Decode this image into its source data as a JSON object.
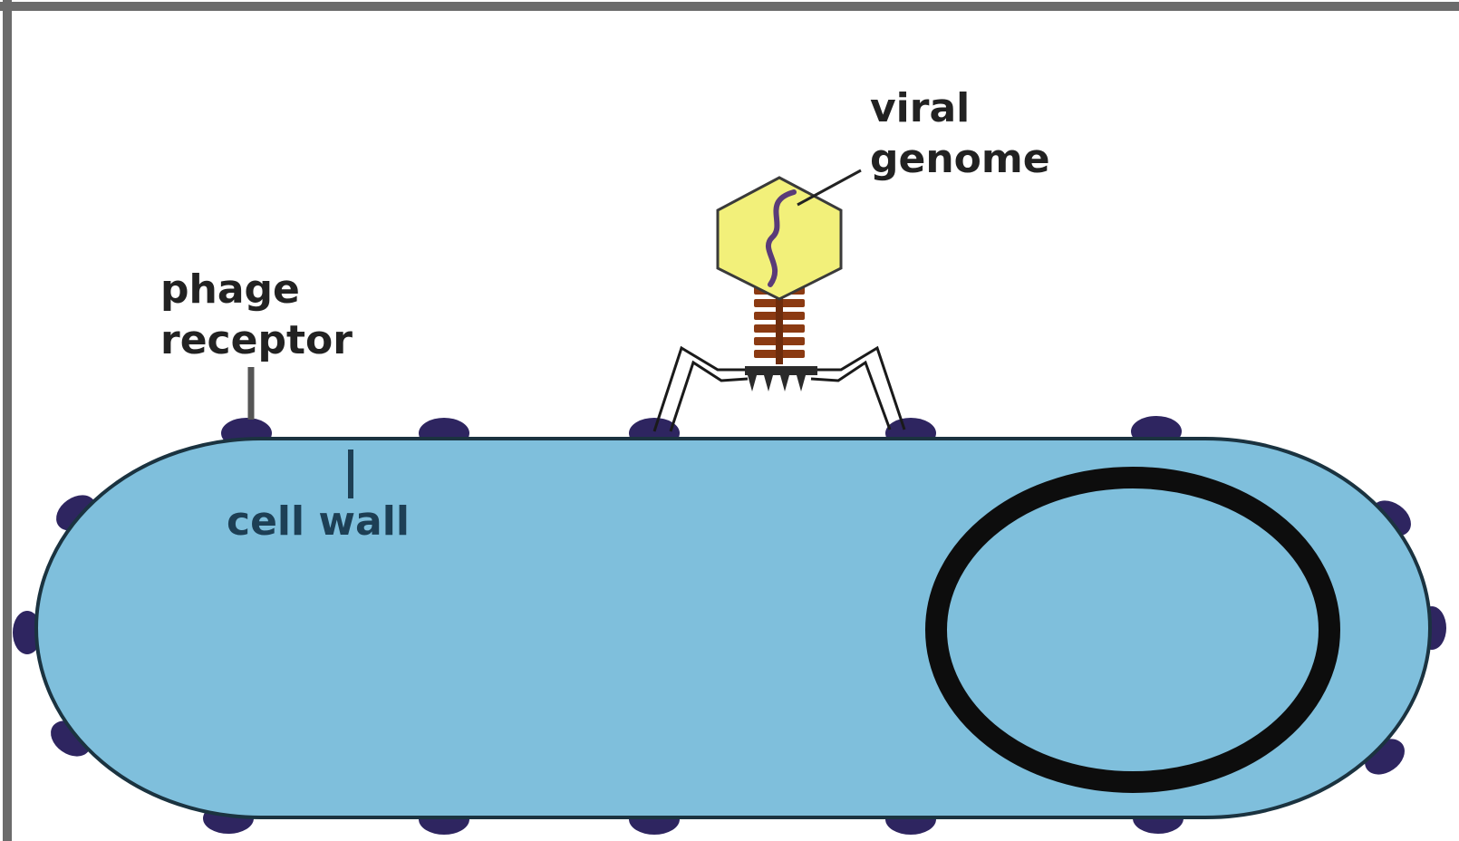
{
  "labels": {
    "viral_genome_line1": "viral",
    "viral_genome_line2": "genome",
    "phage_receptor_line1": "phage",
    "phage_receptor_line2": "receptor",
    "cell_wall": "cell wall"
  },
  "colors": {
    "frame": "#6b6b6b",
    "cell_fill": "#7fbfdc",
    "cell_outline": "#1b3340",
    "receptor": "#2e2560",
    "capsid_fill": "#f2f07a",
    "capsid_outline": "#3a3a3a",
    "genome": "#5a3b78",
    "tail": "#8b3a12",
    "plasmid": "#0d0d0d",
    "label_text": "#222222",
    "cell_wall_label_text": "#1d3f55"
  }
}
